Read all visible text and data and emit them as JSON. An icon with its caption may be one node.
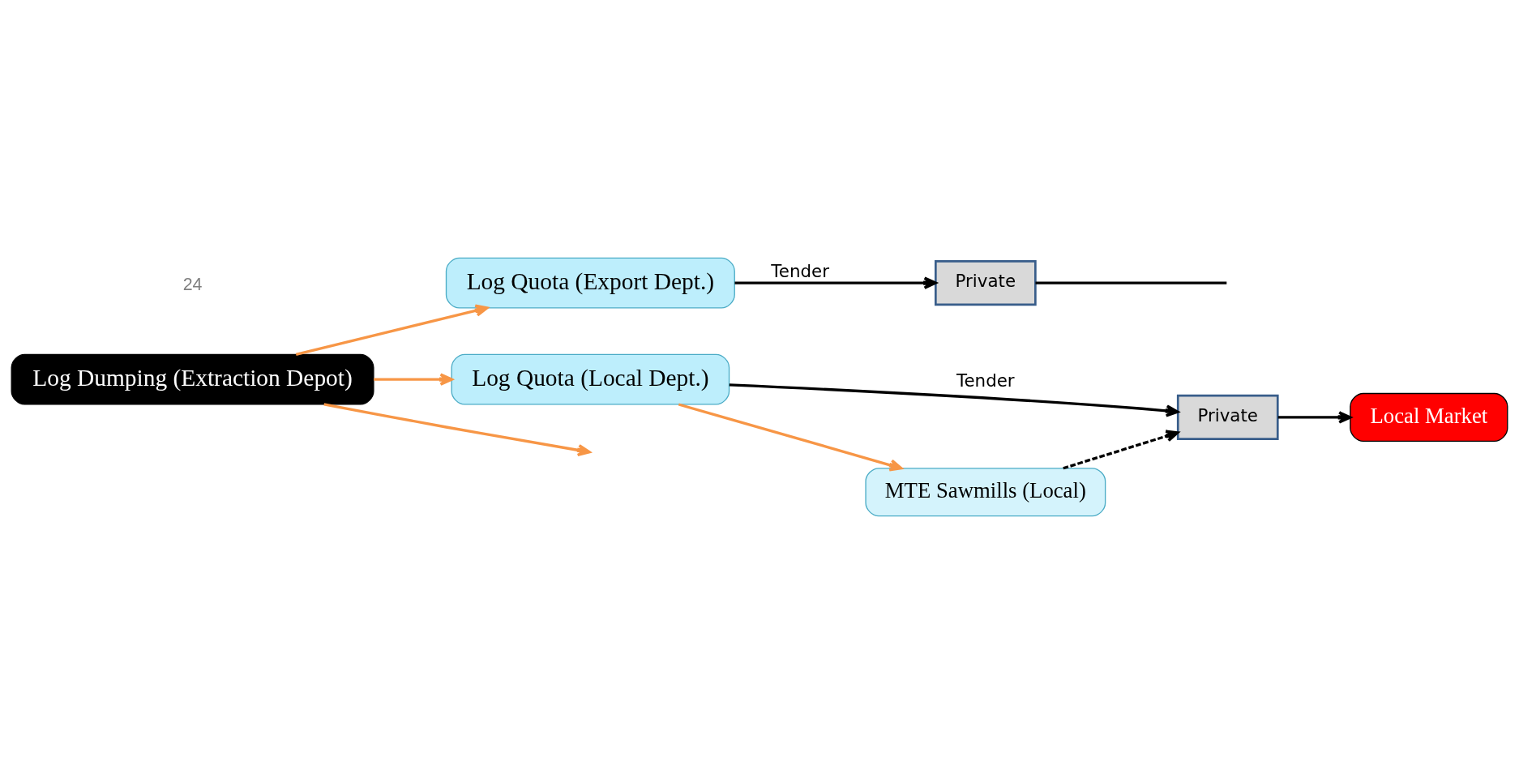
{
  "diagram": {
    "nodes": [
      {
        "text": [
          "Log Dumping (Extraction Depot)"
        ]
      },
      {
        "text": [
          "Log Quota (Export Dept.)"
        ]
      },
      {
        "text": [
          "Private"
        ]
      },
      {
        "text": [
          "Log Quota (Local Dept.)"
        ]
      },
      {
        "text": [
          "Private"
        ]
      },
      {
        "text": [
          "MTE Sawmills (Local)"
        ]
      },
      {
        "text": [
          "Local Market"
        ]
      }
    ],
    "edges": [
      {
        "from": 0,
        "to": 1,
        "arrow": "to",
        "color": "#f79646"
      },
      {
        "from": 0,
        "to": null,
        "arrow": "to",
        "color": "#f79646"
      },
      {
        "from": 0,
        "to": 3,
        "arrow": "to",
        "color": "#f79646"
      },
      {
        "from": 1,
        "to": 2,
        "arrow": "to",
        "label": "Tender"
      },
      {
        "from": 2,
        "to": null,
        "arrow": "none"
      },
      {
        "from": 3,
        "to": 4,
        "arrow": "to",
        "label": "Tender"
      },
      {
        "from": 3,
        "to": 5,
        "arrow": "to",
        "color": "#f79646"
      },
      {
        "from": 5,
        "to": 4,
        "arrow": "to",
        "style": "dashed"
      },
      {
        "from": 4,
        "to": 6,
        "arrow": "to"
      }
    ],
    "labels": [
      "24"
    ]
  }
}
